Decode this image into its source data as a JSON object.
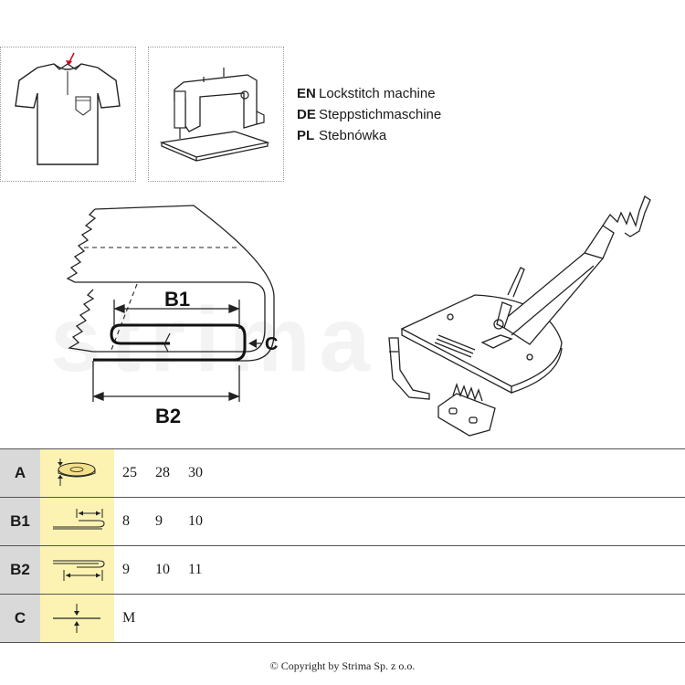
{
  "languages": [
    {
      "code": "EN",
      "text": "Lockstitch machine"
    },
    {
      "code": "DE",
      "text": "Steppstichmaschine"
    },
    {
      "code": "PL",
      "text": "Stebnówka"
    }
  ],
  "diagram_labels": {
    "b1": "B1",
    "b2": "B2",
    "c": "C"
  },
  "watermark": "strima",
  "table": [
    {
      "label": "A",
      "icon": "tape-roll-width-icon",
      "values": [
        "25",
        "28",
        "30"
      ]
    },
    {
      "label": "B1",
      "icon": "inner-fold-width-icon",
      "values": [
        "8",
        "9",
        "10"
      ]
    },
    {
      "label": "B2",
      "icon": "outer-fold-width-icon",
      "values": [
        "9",
        "10",
        "11"
      ]
    },
    {
      "label": "C",
      "icon": "material-thickness-icon",
      "values": [
        "M"
      ]
    }
  ],
  "copyright": "© Copyright by Strima Sp. z o.o.",
  "colors": {
    "label_bg": "#d9d9d9",
    "icon_bg": "#fcf3b3",
    "accent": "#d0021b"
  }
}
